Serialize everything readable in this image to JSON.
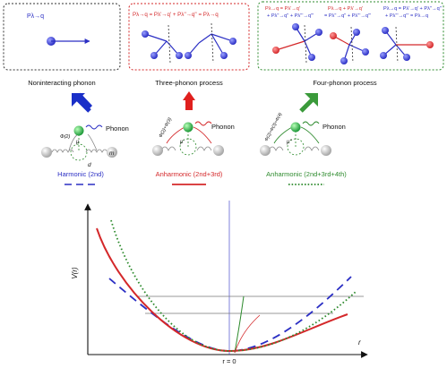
{
  "panels": [
    {
      "caption": "Noninteracting phonon",
      "equation_lines": [
        "Pλ→q"
      ],
      "frame_color": "#333333",
      "accent": "#2b2fc4"
    },
    {
      "caption": "Three-phonon process",
      "equation_lines": [
        "Pλ→q = Pλ'→q' + Pλ''→q'' = Pλ→q"
      ],
      "frame_color": "#d4282a",
      "accent": "#2b2fc4"
    },
    {
      "caption": "Four-phonon process",
      "equation_lines": [
        "Pλ→q = Pλ'→q'",
        "+ Pλ''→q'' + Pλ'''→q'''",
        "Pλ→q + Pλ'→q'",
        "= Pλ''→q'' + Pλ'''→q'''",
        "Pλ→q = Pλ'→q' + Pλ''→q''",
        "+ Pλ'''→q''' = Pλ→q"
      ],
      "frame_color": "#2e8b2e",
      "accent": "#d4282a"
    }
  ],
  "models": [
    {
      "label": "Harmonic (2nd)",
      "phonon_label": "Phonon",
      "phi_label": "Φ(2)",
      "mu_label": "μ",
      "mass_label": "m",
      "spacing_label": "d",
      "color": "#2b2fc4",
      "line_style": "dashed"
    },
    {
      "label": "Anharmonic (2nd+3rd)",
      "phonon_label": "Phonon",
      "phi_label": "Φ(2)+Φ(3)",
      "mu_label": "μ'",
      "color": "#d4282a",
      "line_style": "solid"
    },
    {
      "label": "Anharmonic (2nd+3rd+4th)",
      "phonon_label": "Phonon",
      "phi_label": "Φ(2)+Φ(3)+Φ(4)",
      "mu_label": "μ''",
      "color": "#2e8b2e",
      "line_style": "dotted"
    }
  ],
  "colors": {
    "blue": "#2b2fc4",
    "red": "#d4282a",
    "green": "#2e8b2e",
    "black": "#111111",
    "gray": "#888888",
    "arrow_blue": "#1a2fc8",
    "arrow_red": "#e0201e",
    "arrow_green": "#3a9a3a"
  },
  "plot": {
    "ylabel": "V(r)",
    "xlabel": "r",
    "zero_label": "r = 0"
  }
}
